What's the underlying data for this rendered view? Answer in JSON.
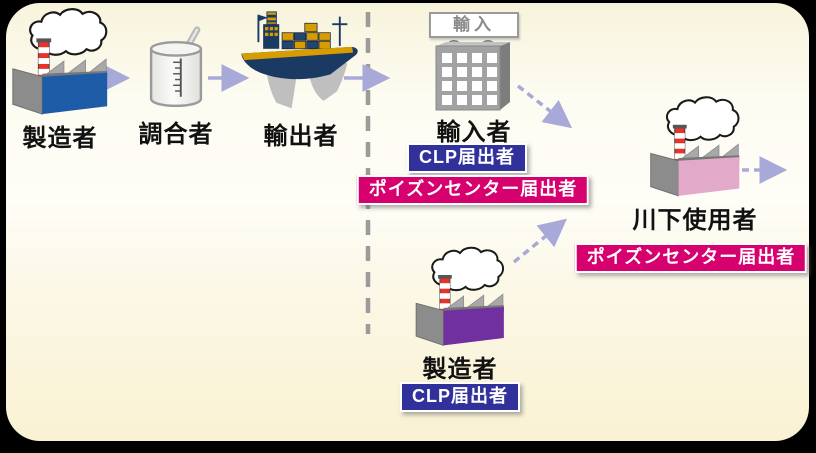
{
  "diagram_title": "CLP / Poison-centre notification supply chain diagram",
  "supply_chain": {
    "manufacturer": {
      "label": "製造者"
    },
    "formulator": {
      "label": "調合者"
    },
    "exporter": {
      "label": "輸出者"
    },
    "importer": {
      "sign_label": "輸入",
      "label": "輸入者",
      "badge_clp": "CLP届出者",
      "badge_poison": "ポイズンセンター届出者"
    },
    "domestic_manufacturer": {
      "label": "製造者",
      "badge_clp": "CLP届出者"
    },
    "downstream_user": {
      "label": "川下使用者",
      "badge_poison": "ポイズンセンター届出者"
    }
  },
  "colors": {
    "badge_navy": "#31319B",
    "badge_pink": "#D6006E",
    "factory_front_blue": "#1E5CA8",
    "factory_front_purple": "#7030A0",
    "factory_front_pink": "#E2A9C9",
    "factory_side_gray": "#8C8C8C",
    "ship_navy": "#1B3A63",
    "ship_gold": "#D79C00",
    "arrow": "#A9A9D9",
    "divider_gray": "#9B9B9B",
    "panel_bg_top": "#F7F3DB",
    "panel_bg_bottom": "#F9F2D3",
    "frame": "#000000"
  }
}
